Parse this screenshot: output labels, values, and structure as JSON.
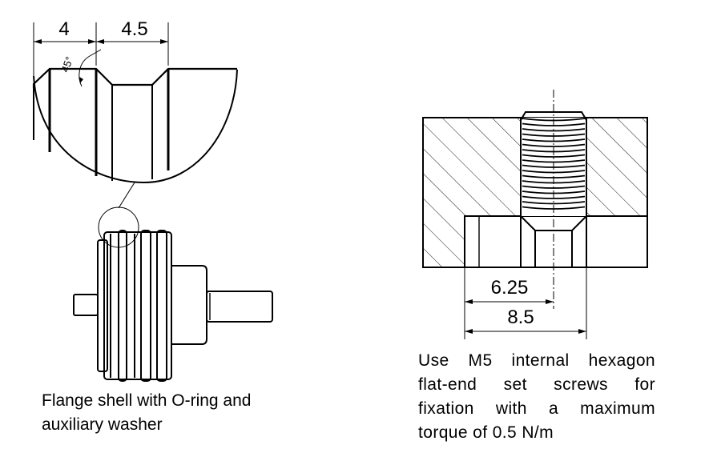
{
  "left_figure": {
    "dimensions": {
      "groove_pitch": "4",
      "groove_width": "4.5",
      "chamfer_angle": "45°"
    },
    "caption_lines": [
      "Flange shell with O-ring and",
      "auxiliary washer"
    ]
  },
  "right_figure": {
    "dimensions": {
      "depth_to_thread_center": "6.25",
      "depth_to_counterbore_edge": "8.5"
    },
    "caption_lines": [
      "Use M5 internal hexagon",
      "flat-end set screws for",
      "fixation with a maximum",
      "torque of 0.5 N/m"
    ]
  }
}
